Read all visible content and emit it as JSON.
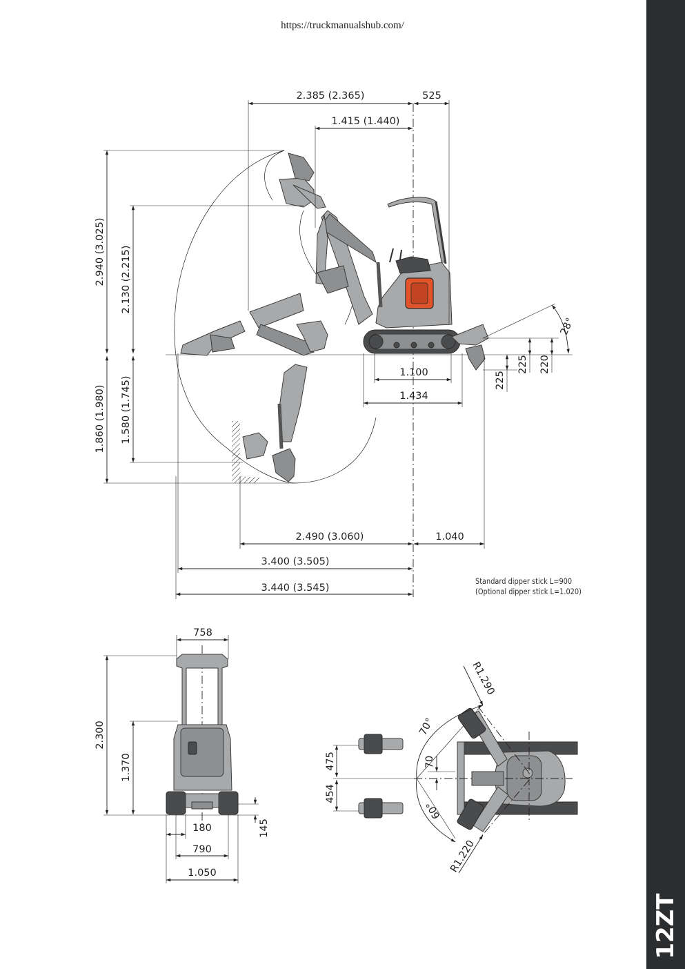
{
  "header": {
    "url": "https://truckmanualshub.com/"
  },
  "model": "12ZT",
  "note": {
    "line1": "Standard dipper stick L=900",
    "line2": "(Optional dipper stick L=1.020)"
  },
  "side_view": {
    "tail_length": "2.385 (2.365)",
    "front_overhang": "525",
    "front_radius": "1.415 (1.440)",
    "max_dig_height": "2.940 (3.025)",
    "max_dump_height": "2.130 (2.215)",
    "max_dig_depth": "1.860 (1.980)",
    "max_vertical_depth": "1.580 (1.745)",
    "track_ground_length": "1.100",
    "track_length": "1.434",
    "blade_angle": "28°",
    "blade_lift": "225",
    "blade_height": "220",
    "blade_drop": "225",
    "min_reach": "2.490 (3.060)",
    "blade_reach": "1.040",
    "reach_ground": "3.400 (3.505)",
    "max_reach": "3.440 (3.545)"
  },
  "front_view": {
    "canopy_width": "758",
    "total_height": "2.300",
    "cab_height": "1.370",
    "track_width": "180",
    "track_gauge": "790",
    "overall_width": "1.050",
    "ground_clearance": "145"
  },
  "top_view": {
    "swing_radius_left": "R1.290",
    "swing_radius_right": "R1.220",
    "left_swing_angle": "70°",
    "right_swing_angle": "60°",
    "left_offset": "475",
    "right_offset": "454",
    "offset": "70"
  },
  "colors": {
    "body": "#a7a9ab",
    "accent": "#e2542a",
    "band": "#2b2d2f"
  }
}
